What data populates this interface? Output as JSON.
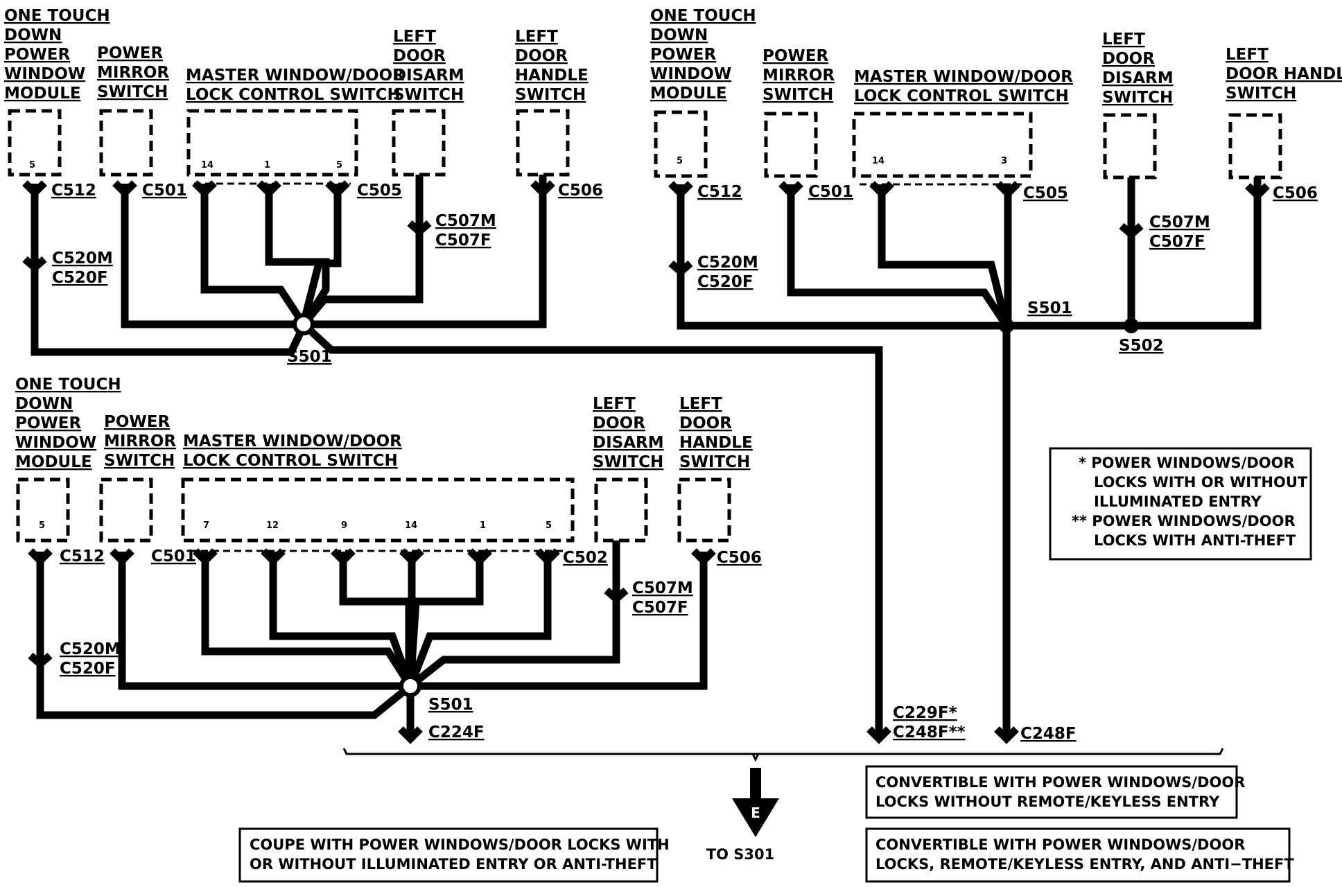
{
  "components": {
    "one_touch": [
      "ONE TOUCH",
      "DOWN",
      "POWER",
      "WINDOW",
      "MODULE"
    ],
    "power_mirror": [
      "POWER",
      "MIRROR",
      "SWITCH"
    ],
    "master": [
      "MASTER WINDOW/DOOR",
      "LOCK CONTROL SWITCH"
    ],
    "disarm": [
      "LEFT",
      "DOOR",
      "DISARM",
      "SWITCH"
    ],
    "handle_3": [
      "LEFT",
      "DOOR",
      "HANDLE",
      "SWITCH"
    ],
    "handle_2": [
      "LEFT",
      "DOOR HANDLE",
      "SWITCH"
    ]
  },
  "connectors": {
    "c512": "C512",
    "c501": "C501",
    "c505": "C505",
    "c502": "C502",
    "c506": "C506",
    "c507m": "C507M",
    "c507f": "C507F",
    "c520m": "C520M",
    "c520f": "C520F",
    "c224f": "C224F",
    "c229f": "C229F*",
    "c248f_dd": "C248F**",
    "c248f": "C248F"
  },
  "splices": {
    "s501": "S501",
    "s502": "S502"
  },
  "pins": {
    "tl_module": "5",
    "tl_master": [
      "14",
      "1",
      "5"
    ],
    "tr_module": "5",
    "tr_master": [
      "14",
      "3"
    ],
    "bl_module": "5",
    "bl_master": [
      "7",
      "12",
      "9",
      "14",
      "1",
      "5"
    ]
  },
  "legend": {
    "line1": "*  POWER WINDOWS/DOOR",
    "line2": "LOCKS WITH OR WITHOUT",
    "line3": "ILLUMINATED ENTRY",
    "line4": "**  POWER WINDOWS/DOOR",
    "line5": "LOCKS WITH ANTI-THEFT"
  },
  "captions": {
    "conv_no_remote_1": "CONVERTIBLE WITH POWER WINDOWS/DOOR",
    "conv_no_remote_2": "LOCKS WITHOUT REMOTE/KEYLESS ENTRY",
    "conv_remote_1": "CONVERTIBLE WITH POWER WINDOWS/DOOR",
    "conv_remote_2": "LOCKS, REMOTE/KEYLESS ENTRY, AND ANTI−THEFT",
    "coupe_1": "COUPE WITH POWER WINDOWS/DOOR LOCKS WITH",
    "coupe_2": "OR WITHOUT ILLUMINATED ENTRY OR ANTI-THEFT"
  },
  "ground": {
    "letter": "E",
    "to": "TO S301"
  }
}
